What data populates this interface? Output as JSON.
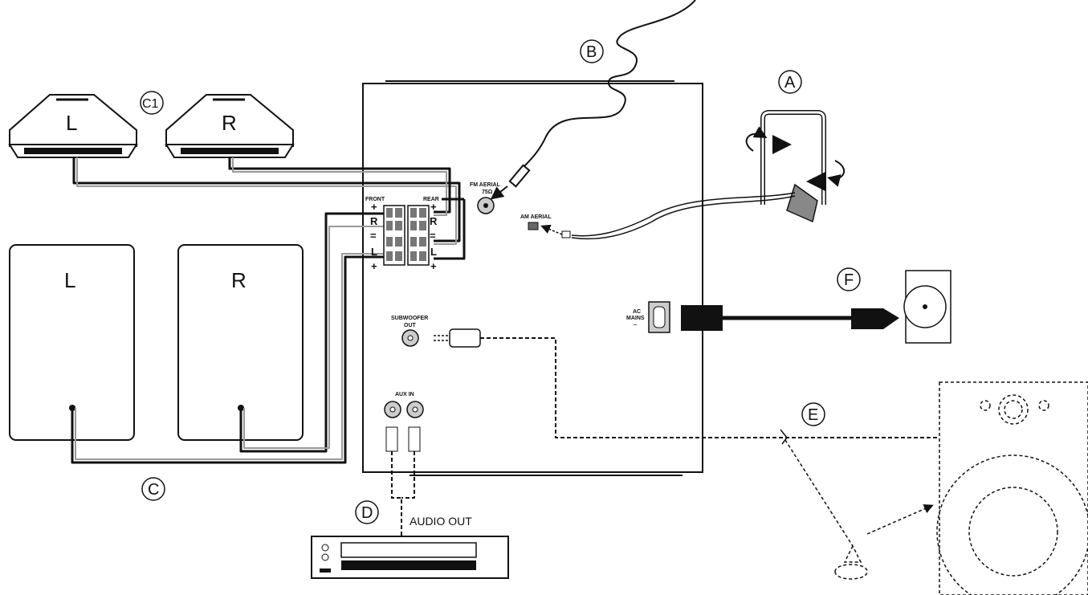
{
  "callouts": {
    "A": "A",
    "B": "B",
    "C": "C",
    "C1": "C1",
    "D": "D",
    "E": "E",
    "F": "F"
  },
  "speakers": {
    "front_left": "L",
    "front_right": "R",
    "rear_left": "L",
    "rear_right": "R"
  },
  "terminals": {
    "front": "FRONT",
    "rear": "REAR",
    "plus": "+",
    "minus": "=",
    "r": "R",
    "l": "L"
  },
  "connectors": {
    "fm_aerial": "FM AERIAL",
    "fm_ohm": "75Ω",
    "am_aerial": "AM AERIAL",
    "subwoofer_out": "SUBWOOFER",
    "subwoofer_out2": "OUT",
    "aux_in": "AUX IN",
    "ac_mains": "AC",
    "ac_mains2": "MAINS",
    "ac_mains3": "~",
    "audio_out": "AUDIO OUT"
  }
}
